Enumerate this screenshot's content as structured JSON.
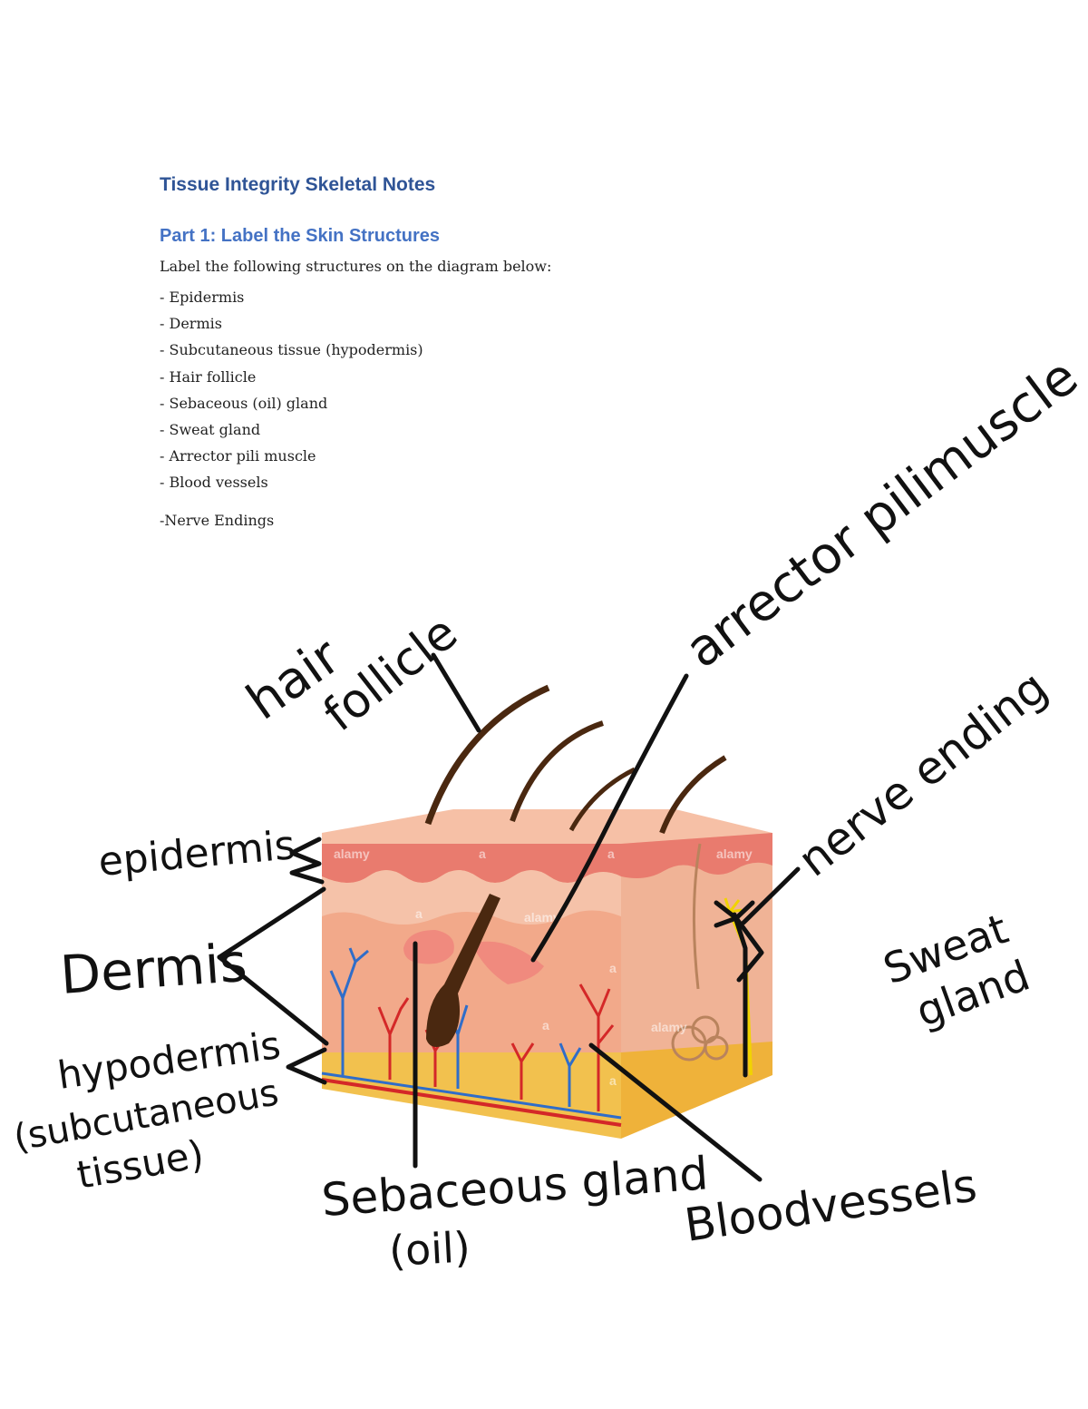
{
  "document": {
    "title": "Tissue Integrity Skeletal Notes",
    "part_heading": "Part 1: Label the Skin Structures",
    "instructions": "Label the following structures on the diagram below:",
    "structures": [
      "- Epidermis",
      "- Dermis",
      "- Subcutaneous tissue (hypodermis)",
      "- Hair follicle",
      "- Sebaceous (oil) gland",
      "- Sweat gland",
      "- Arrector pili muscle",
      "- Blood vessels"
    ],
    "extra_item": "-Nerve Endings"
  },
  "diagram": {
    "handwritten_labels": {
      "hair_line1": "hair",
      "hair_line2": "follicle",
      "arrector": "arrector pilimuscle",
      "nerve": "nerve ending",
      "epidermis": "epidermis",
      "dermis": "Dermis",
      "hypodermis_line1": "hypodermis",
      "hypodermis_line2": "(subcutaneous",
      "hypodermis_line3": "tissue)",
      "sebaceous_line1": "Sebaceous gland",
      "sebaceous_line2": "(oil)",
      "blood": "Bloodvessels",
      "sweat_line1": "Sweat",
      "sweat_line2": "gland"
    },
    "watermark": "alamy",
    "watermark_letter": "a"
  }
}
